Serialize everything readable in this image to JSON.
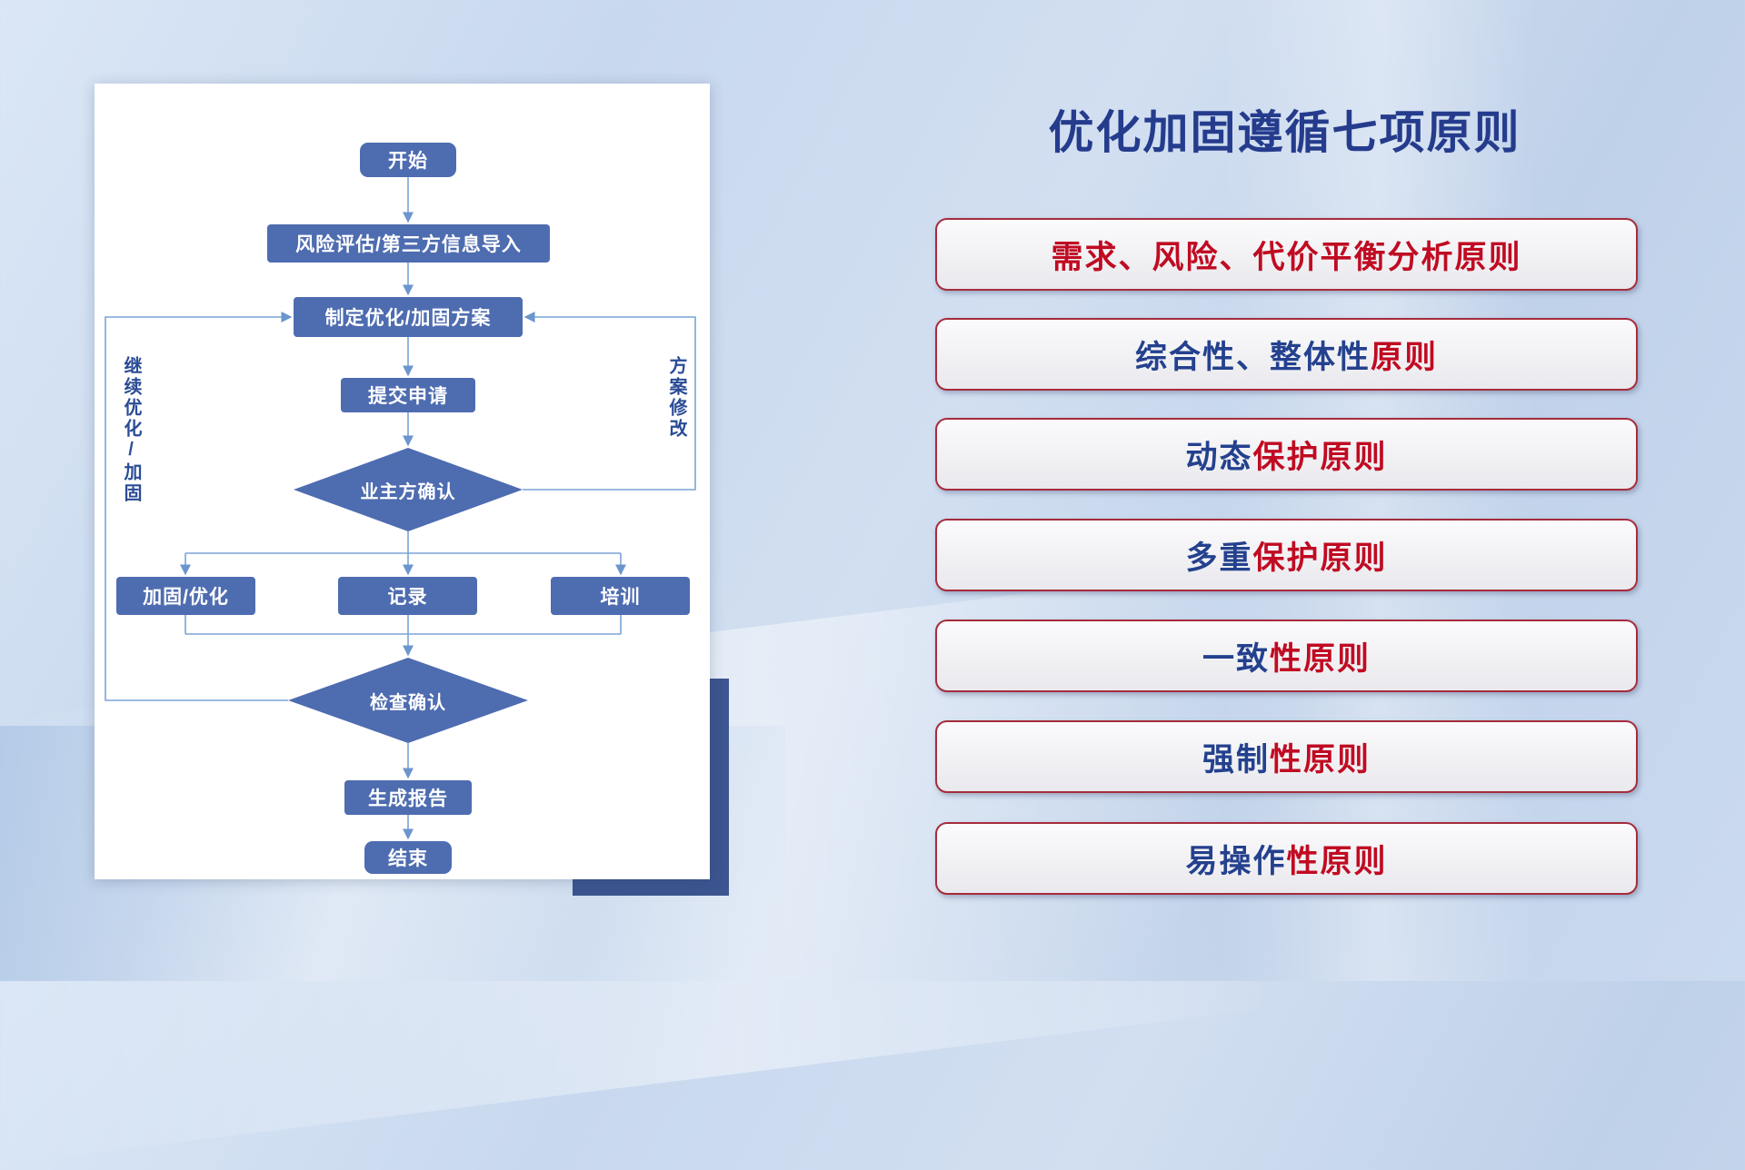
{
  "slide": {
    "title": "优化加固遵循七项原则"
  },
  "flowchart": {
    "nodes": {
      "start": "开始",
      "risk_import": "风险评估/第三方信息导入",
      "make_plan": "制定优化/加固方案",
      "submit": "提交申请",
      "owner_confirm": "业主方确认",
      "harden": "加固/优化",
      "record": "记录",
      "training": "培训",
      "check_confirm": "检查确认",
      "report": "生成报告",
      "end": "结束"
    },
    "labels": {
      "left_loop": "继续优化/加固",
      "right_loop": "方案修改"
    }
  },
  "principles": {
    "items": [
      {
        "blue": "",
        "red": "需求、风险、代价平衡分析原则"
      },
      {
        "blue": "综合性、整体性",
        "red": "原则"
      },
      {
        "blue": "动态",
        "red": "保护原则"
      },
      {
        "blue": "多重",
        "red": "保护原则"
      },
      {
        "blue": "一致",
        "red": "性原则"
      },
      {
        "blue": "强制",
        "red": "性原则"
      },
      {
        "blue": "易操作",
        "red": "性原则"
      }
    ]
  },
  "colors": {
    "title_blue": "#253c8d",
    "text_blue": "#24418e",
    "text_red": "#c00b22",
    "node_fill": "#4e6cb0",
    "connector": "#7aa3d8",
    "shadow_block": "#3d5590",
    "button_border": "#a52c3c"
  }
}
